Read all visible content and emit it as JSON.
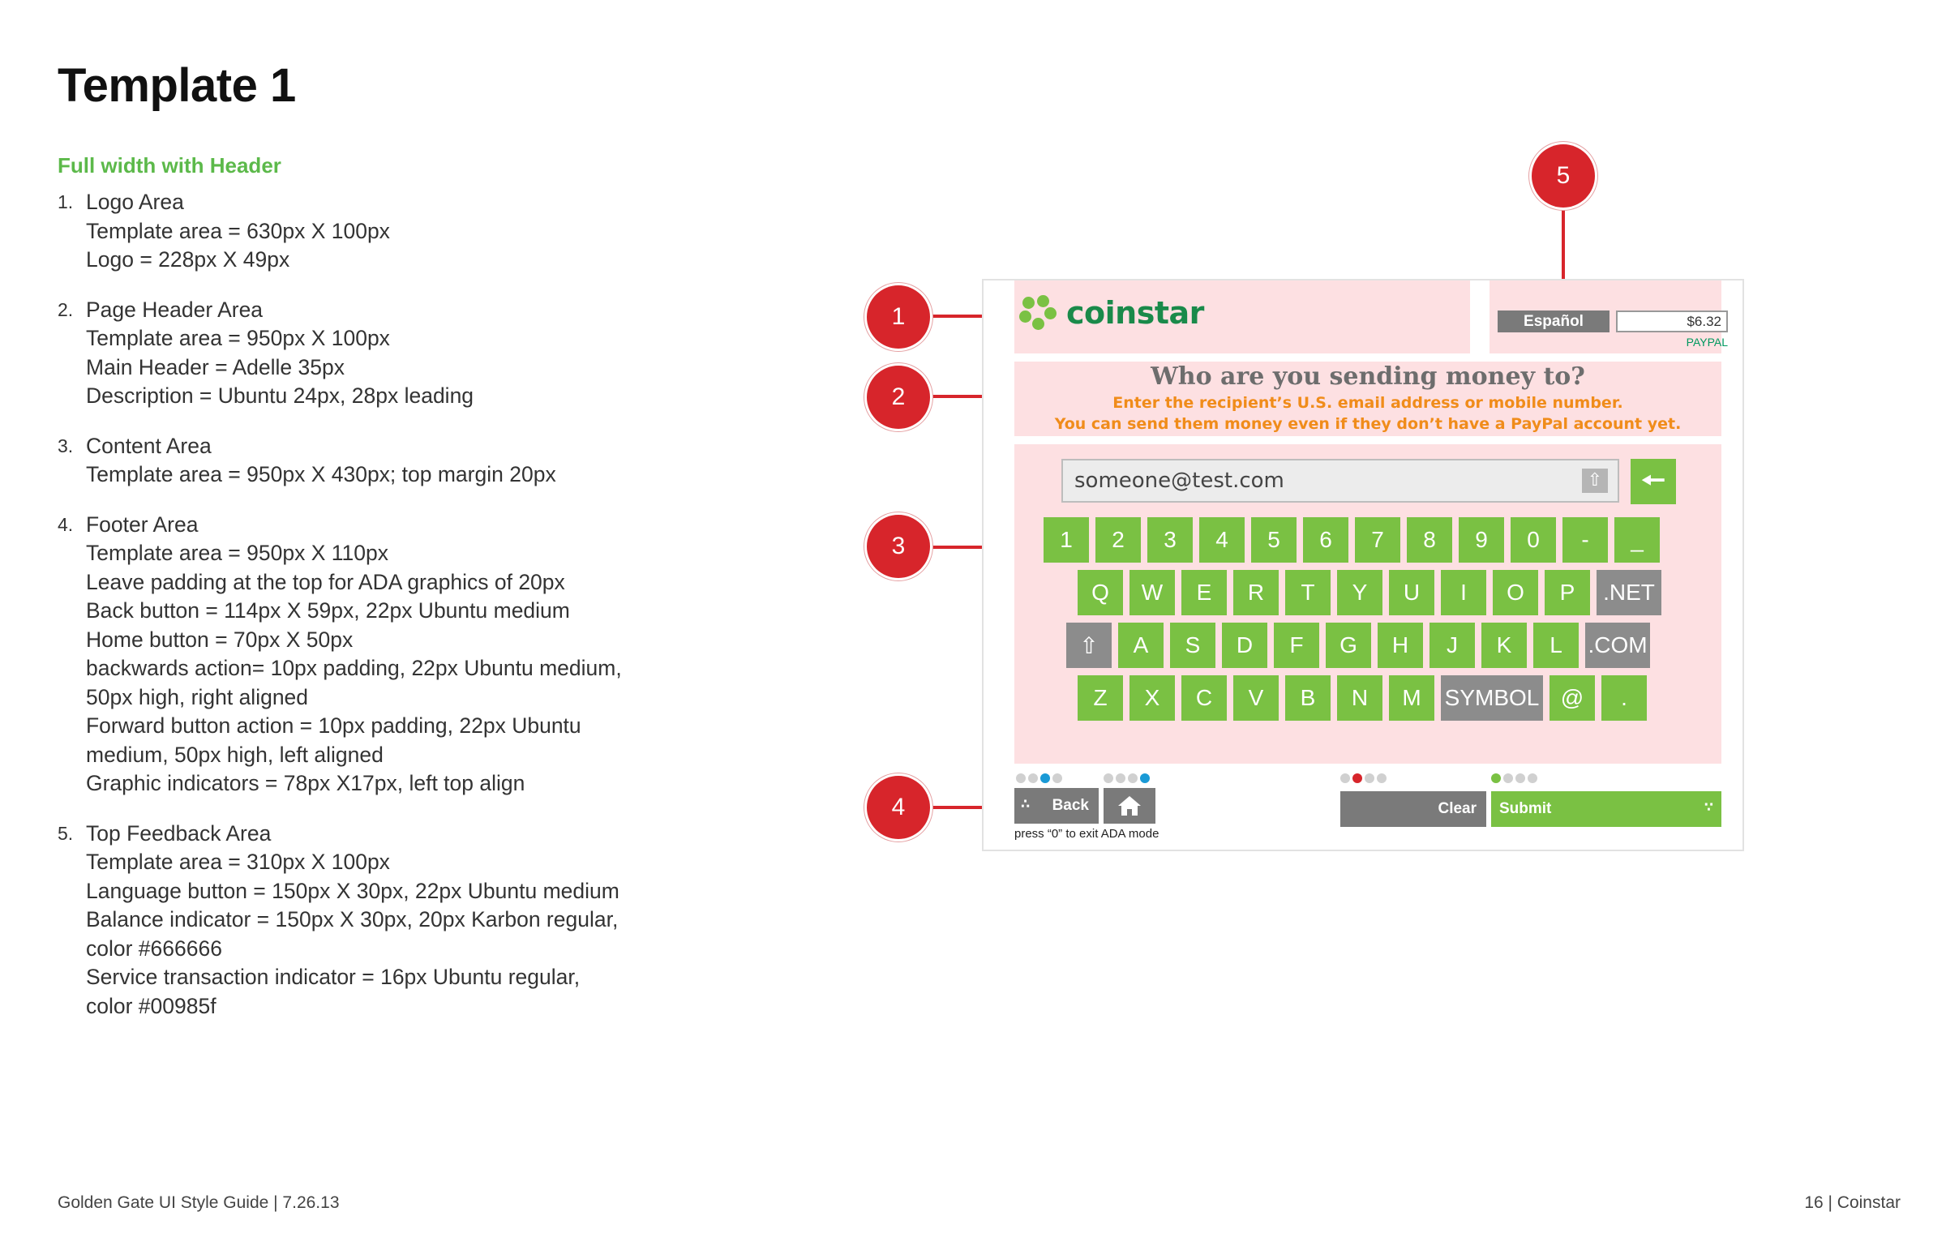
{
  "doc": {
    "title": "Template 1",
    "subtitle": "Full width with Header",
    "specs": [
      {
        "num": "1.",
        "title": "Logo Area",
        "lines": [
          "Template area = 630px X 100px",
          "Logo = 228px X 49px"
        ]
      },
      {
        "num": "2.",
        "title": "Page Header Area",
        "lines": [
          "Template area = 950px X 100px",
          "Main Header = Adelle 35px",
          "Description = Ubuntu 24px, 28px leading"
        ]
      },
      {
        "num": "3.",
        "title": "Content Area",
        "lines": [
          "Template area = 950px X 430px; top margin 20px"
        ]
      },
      {
        "num": "4.",
        "title": "Footer Area",
        "lines": [
          "Template area = 950px X 110px",
          "Leave padding at the top for ADA graphics of 20px",
          "Back button = 114px X 59px, 22px Ubuntu medium",
          "Home button = 70px X 50px",
          "backwards action= 10px padding, 22px Ubuntu medium,",
          "50px high, right aligned",
          "Forward button action = 10px padding, 22px Ubuntu",
          "medium, 50px high, left aligned",
          "Graphic indicators = 78px X17px, left top align"
        ]
      },
      {
        "num": "5.",
        "title": "Top Feedback Area",
        "lines": [
          "Template area = 310px X 100px",
          "Language button = 150px X 30px, 22px Ubuntu medium",
          "Balance indicator = 150px X 30px, 20px Karbon regular,",
          "color #666666",
          "Service transaction indicator = 16px Ubuntu regular,",
          "color #00985f"
        ]
      }
    ],
    "footer_left": "Golden Gate UI Style Guide | 7.26.13",
    "footer_right": "16 | Coinstar"
  },
  "markers": [
    "1",
    "2",
    "3",
    "4",
    "5"
  ],
  "kiosk": {
    "logo_text": "coinstar",
    "language_button": "Español",
    "balance": "$6.32",
    "service": "PAYPAL",
    "header": "Who are you sending money to?",
    "desc_line1": "Enter the recipient’s U.S. email address or mobile number.",
    "desc_line2": "You can send them money even if they don’t have a PayPal account yet.",
    "email_value": "someone@test.com",
    "keyboard": {
      "row1": [
        "1",
        "2",
        "3",
        "4",
        "5",
        "6",
        "7",
        "8",
        "9",
        "0",
        "-",
        "_"
      ],
      "row2": [
        "Q",
        "W",
        "E",
        "R",
        "T",
        "Y",
        "U",
        "I",
        "O",
        "P",
        ".NET"
      ],
      "row3": [
        "A",
        "S",
        "D",
        "F",
        "G",
        "H",
        "J",
        "K",
        "L",
        ".COM"
      ],
      "row4": [
        "Z",
        "X",
        "C",
        "V",
        "B",
        "N",
        "M",
        "SYMBOL",
        "@",
        "."
      ]
    },
    "back_label": "Back",
    "ada_note": "press “0” to exit ADA mode",
    "clear_label": "Clear",
    "submit_label": "Submit",
    "colors": {
      "accent_green": "#7ac143",
      "brand_green": "#00985f",
      "orange": "#f08c1a",
      "marker_red": "#d7252b",
      "zone_pink": "#fde0e2",
      "button_gray": "#7a7a7a"
    }
  }
}
